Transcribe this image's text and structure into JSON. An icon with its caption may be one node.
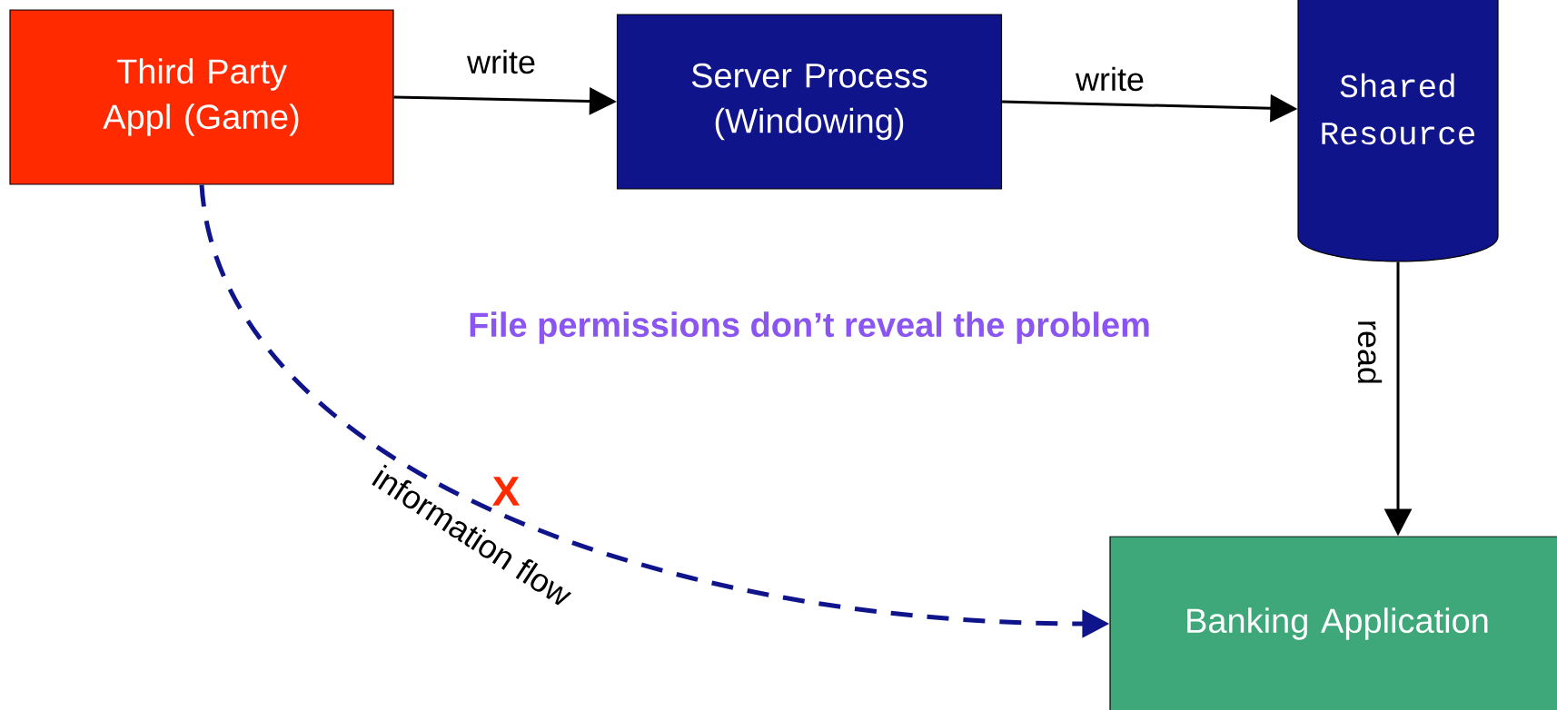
{
  "diagram": {
    "nodes": [
      {
        "text": [
          "Third Party Appl (Game)"
        ]
      },
      {
        "text": [
          "Server Process (Windowing)"
        ]
      },
      {
        "text": [
          "Shared Resource"
        ]
      },
      {
        "text": [
          "Banking Application"
        ]
      }
    ],
    "edges": [
      {
        "from": 0,
        "to": 1,
        "arrow": "to",
        "label": "write"
      },
      {
        "from": 1,
        "to": 2,
        "arrow": "to",
        "label": "write"
      },
      {
        "from": 2,
        "to": 3,
        "arrow": "to",
        "label": "read"
      },
      {
        "from": 0,
        "to": 3,
        "arrow": "to",
        "label": "information flow",
        "style": "dashed",
        "color": "#10148a"
      }
    ],
    "labels": [
      "File permissions don’t reveal the problem",
      "X"
    ]
  }
}
